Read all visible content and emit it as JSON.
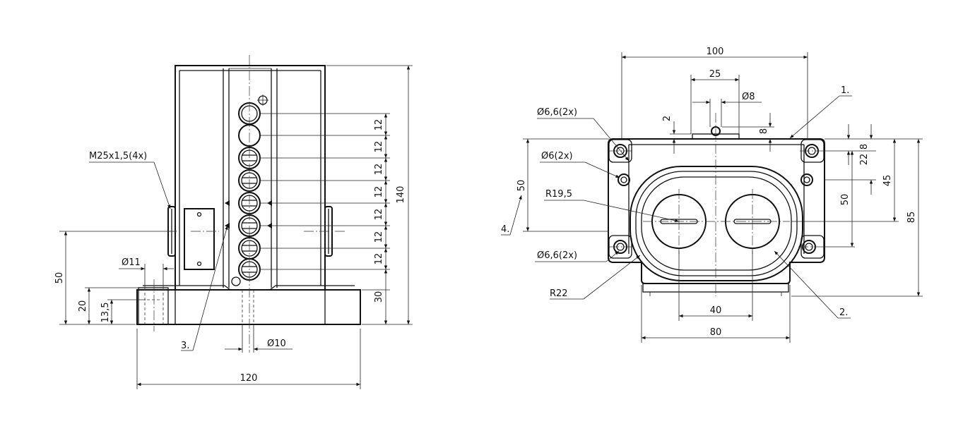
{
  "side_view": {
    "dims": {
      "width_120": "120",
      "height_140": "140",
      "height_50": "50",
      "height_20": "20",
      "height_13_5": "13,5",
      "height_30": "30",
      "dia_11": "Ø11",
      "dia_10": "Ø10",
      "thread": "M25x1,5(4x)"
    },
    "pitch_labels": [
      "12",
      "12",
      "12",
      "12",
      "12",
      "12",
      "12"
    ],
    "callout_3": "3."
  },
  "top_view": {
    "dims": {
      "width_100": "100",
      "width_25": "25",
      "dia_8": "Ø8",
      "dim_2": "2",
      "dim_8_top": "8",
      "dim_8_right": "8",
      "dim_22": "22",
      "dim_45": "45",
      "dim_50_right": "50",
      "dim_85": "85",
      "dim_50_left": "50",
      "width_40": "40",
      "width_80": "80",
      "hole_66_top": "Ø6,6(2x)",
      "hole_6": "Ø6(2x)",
      "hole_66_bottom": "Ø6,6(2x)",
      "radius_19_5": "R19,5",
      "radius_22": "R22"
    },
    "callouts": {
      "c1": "1.",
      "c2": "2.",
      "c4": "4."
    }
  }
}
